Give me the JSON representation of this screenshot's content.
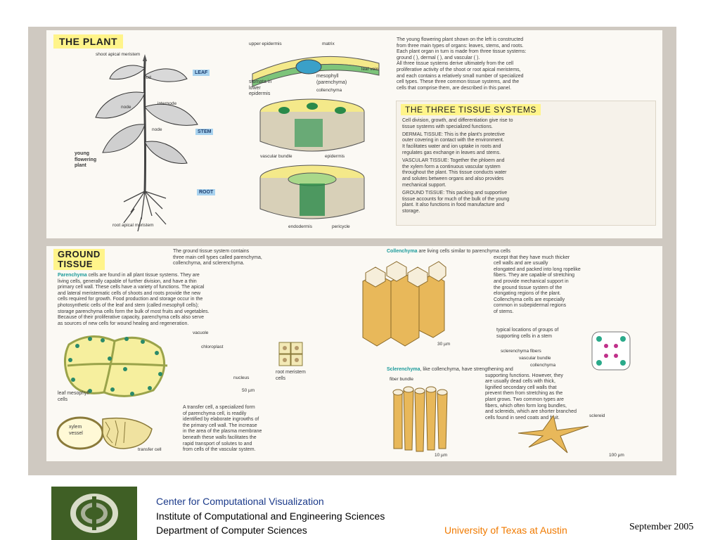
{
  "slide": {
    "plant_panel": {
      "title": "THE PLANT",
      "intro_lines": [
        "The young flowering plant shown on the left is constructed",
        "from three main types of organs: leaves, stems, and roots.",
        "Each plant organ in turn is made from three tissue systems:",
        "ground (    ), dermal (    ), and vascular (    ).",
        "All three tissue systems derive ultimately from the cell",
        "proliferative activity of the shoot or root apical meristems,",
        "and each contains a relatively small number of specialized",
        "cell types. These three common tissue systems, and the",
        "cells that comprise them, are described in this panel."
      ],
      "labels": {
        "shoot_apical_meristem": "shoot apical meristem",
        "bud": "bud",
        "leaf": "LEAF",
        "node": "node",
        "internode": "internode",
        "node2": "node",
        "stem": "STEM",
        "young_plant": "young flowering plant",
        "root": "ROOT",
        "root_apical_meristem": "root apical meristem",
        "upper_epidermis": "upper epidermis",
        "matrix": "matrix",
        "leaf_vein": "leaf vein",
        "stomata": "stomata in lower epidermis",
        "mesophyll": "mesophyll (parenchyma)",
        "collenchyma": "collenchyma",
        "vascular_bundle": "vascular bundle",
        "epidermis": "epidermis",
        "endodermis": "endodermis",
        "pericycle": "pericycle"
      },
      "tissue_systems": {
        "title": "THE THREE TISSUE SYSTEMS",
        "lines": [
          "Cell division, growth, and differentiation give rise to",
          "tissue systems with specialized functions.",
          "DERMAL TISSUE: This is the plant's protective",
          "outer covering in contact with the environment.",
          "It facilitates water and ion uptake in roots and",
          "regulates gas exchange in leaves and stems.",
          "VASCULAR TISSUE: Together the phloem and",
          "the xylem form a continuous vascular system",
          "throughout the plant. This tissue conducts water",
          "and solutes between organs and also provides",
          "mechanical support.",
          "GROUND TISSUE: This packing and supportive",
          "tissue accounts for much of the bulk of the young",
          "plant. It also functions in food manufacture and",
          "storage."
        ]
      }
    },
    "ground_panel": {
      "title_line1": "GROUND",
      "title_line2": "TISSUE",
      "intro_lines": [
        "The ground tissue system contains",
        "three main cell types called parenchyma,",
        "collenchyma, and sclerenchyma."
      ],
      "parenchyma_word": "Parenchyma",
      "parenchyma_lines": [
        " cells are found in all plant tissue systems. They are",
        "living cells, generally capable of further division, and have a thin",
        "primary cell wall. These cells have a variety of functions. The apical",
        "and lateral meristematic cells of shoots and roots provide the new",
        "cells required for growth. Food production and storage occur in the",
        "photosynthetic cells of the leaf and stem (called mesophyll cells);",
        "storage parenchyma cells form the bulk of most fruits and vegetables.",
        "Because of their proliferative capacity, parenchyma cells also serve",
        "as sources of new cells for wound healing and regeneration."
      ],
      "labels": {
        "vacuole": "vacuole",
        "chloroplast": "chloroplast",
        "nucleus": "nucleus",
        "root_meristem": "root meristem cells",
        "leaf_mesophyll": "leaf mesophyll cells",
        "scale_50": "50 µm",
        "xylem_vessel": "xylem vessel",
        "transfer_cell": "transfer cell",
        "scale_30": "30 µm",
        "typical_locations": "typical locations of groups of supporting cells in a stem",
        "sclerenchyma_fibers": "sclerenchyma fibers",
        "vascular_bundle": "vascular bundle",
        "collenchyma": "collenchyma",
        "fiber_bundle": "fiber bundle",
        "scale_10": "10 µm",
        "sclereid": "sclereid",
        "scale_100": "100 µm"
      },
      "transfer_lines": [
        "A transfer cell, a specialized form",
        "of parenchyma cell, is readily",
        "identified by elaborate ingrowths of",
        "the primary cell wall. The increase",
        "in the area of the plasma membrane",
        "beneath these walls facilitates the",
        "rapid transport of solutes to and",
        "from cells of the vascular system."
      ],
      "collenchyma_word": "Collenchyma",
      "collenchyma_lines": [
        " are living cells similar to parenchyma cells",
        "except that they have much thicker",
        "cell walls and are usually",
        "elongated and packed into long ropelike",
        "fibers. They are capable of stretching",
        "and provide mechanical support in",
        "the ground tissue system of the",
        "elongating regions of the plant.",
        "Collenchyma cells are especially",
        "common in subepidermal regions",
        "of stems."
      ],
      "sclerenchyma_word": "Sclerenchyma",
      "sclerenchyma_lines": [
        ", like collenchyma, have strengthening and",
        "supporting functions. However, they",
        "are usually dead cells with thick,",
        "lignified secondary cell walls that",
        "prevent them from stretching as the",
        "plant grows. Two common types are",
        "fibers, which often form long bundles,",
        "and sclereids, which are shorter branched",
        "cells found in seed coats and fruit."
      ]
    }
  },
  "footer": {
    "center": "Center for Computational Visualization",
    "institute": "Institute of Computational and Engineering Sciences",
    "department": "Department of Computer Sciences",
    "university": "University of Texas at Austin",
    "date": "September  2005"
  },
  "colors": {
    "footer_blue": "#1b3a8a",
    "footer_orange": "#f07a00",
    "title_yellow": "#fff48a",
    "logo_green": "#3f5f25"
  }
}
